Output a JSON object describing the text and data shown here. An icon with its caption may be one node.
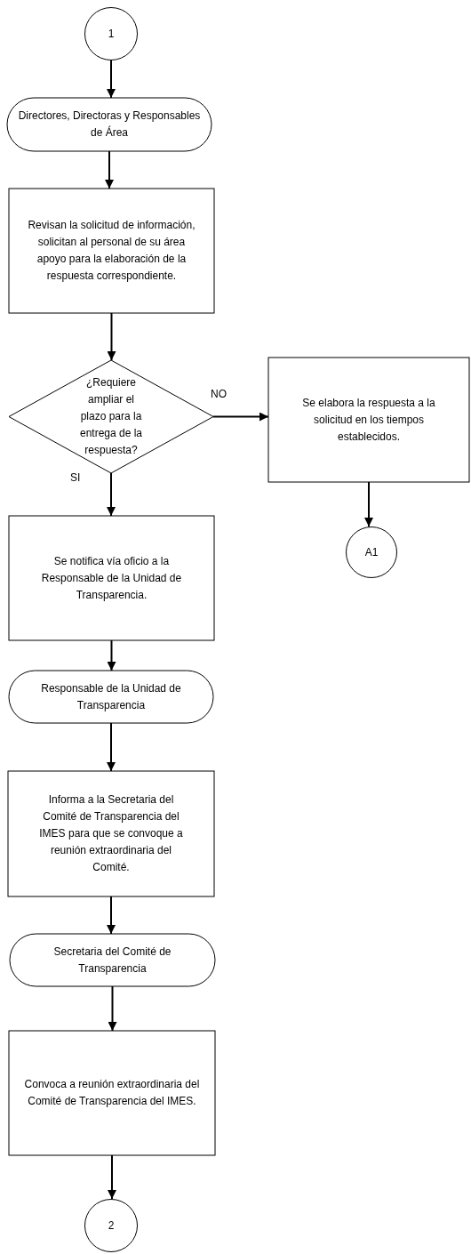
{
  "diagram": {
    "nodes": [
      {
        "text": [
          "1"
        ]
      },
      {
        "text": [
          "Directores, Directoras y Responsables de Área"
        ]
      },
      {
        "text": [
          "Revisan la solicitud de información, solicitan al personal de su área apoyo para la elaboración de la respuesta correspondiente."
        ]
      },
      {
        "text": [
          "¿Requiere ampliar el plazo para la entrega de la respuesta?"
        ]
      },
      {
        "text": [
          "Se elabora la respuesta a la solicitud en los tiempos establecidos."
        ]
      },
      {
        "text": [
          "A1"
        ]
      },
      {
        "text": [
          "Se notifica vía oficio a la Responsable de la Unidad de Transparencia."
        ]
      },
      {
        "text": [
          "Responsable de la Unidad de Transparencia"
        ]
      },
      {
        "text": [
          "Informa a la Secretaria del Comité de Transparencia del IMES para que se convoque a reunión extraordinaria del Comité."
        ]
      },
      {
        "text": [
          "Secretaria del Comité de Transparencia"
        ]
      },
      {
        "text": [
          "Convoca a reunión extraordinaria del Comité de Transparencia del IMES."
        ]
      },
      {
        "text": [
          "2"
        ]
      }
    ],
    "edges": [
      {
        "from": 0,
        "to": 1,
        "arrow": "to"
      },
      {
        "from": 1,
        "to": 2,
        "arrow": "to"
      },
      {
        "from": 2,
        "to": 3,
        "arrow": "to"
      },
      {
        "from": 3,
        "to": 4,
        "arrow": "to",
        "label": "NO"
      },
      {
        "from": 3,
        "to": 6,
        "arrow": "to",
        "label": "SI"
      },
      {
        "from": 4,
        "to": 5,
        "arrow": "to"
      },
      {
        "from": 6,
        "to": 7,
        "arrow": "to"
      },
      {
        "from": 7,
        "to": 8,
        "arrow": "to"
      },
      {
        "from": 8,
        "to": 9,
        "arrow": "to"
      },
      {
        "from": 9,
        "to": 10,
        "arrow": "to"
      },
      {
        "from": 10,
        "to": 11,
        "arrow": "to"
      }
    ]
  }
}
